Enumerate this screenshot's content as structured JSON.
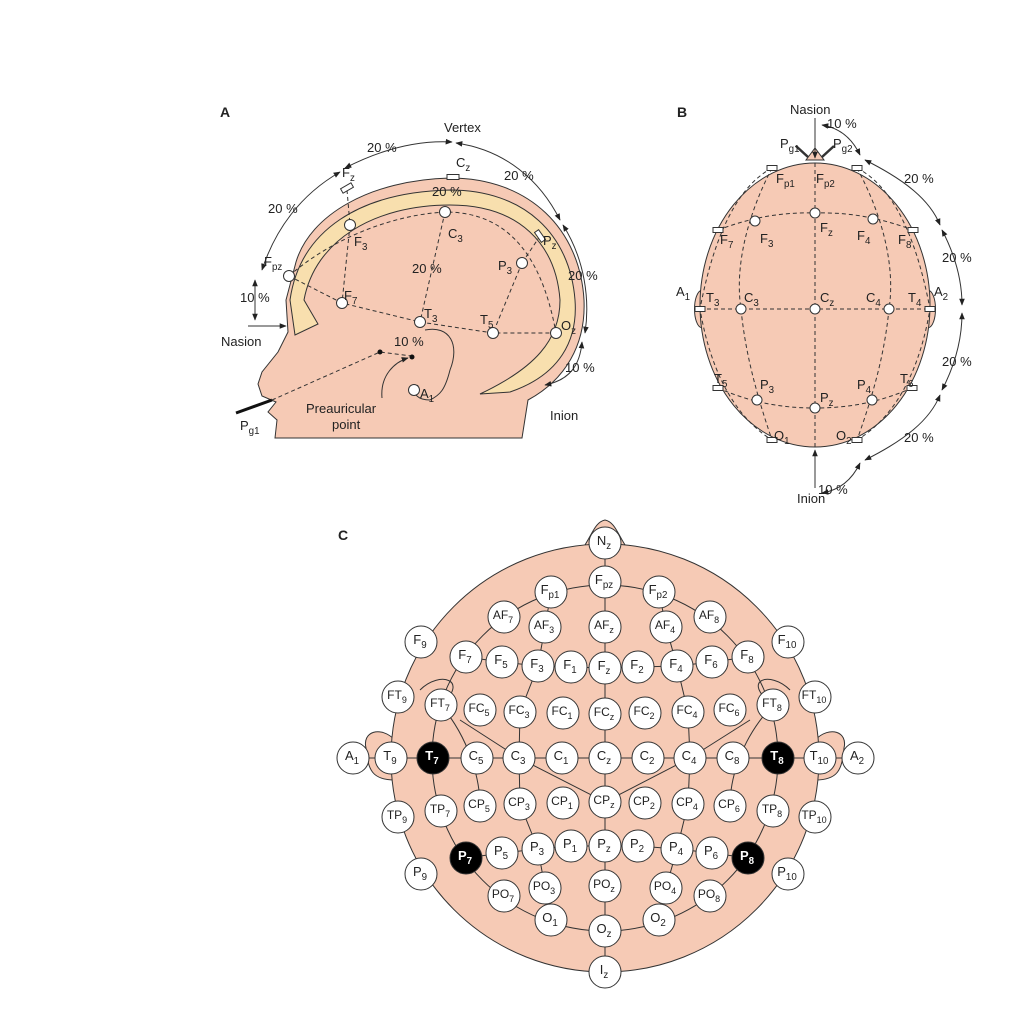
{
  "panel_a": {
    "title": "A",
    "vertex": "Vertex",
    "percents": [
      "20 %",
      "20 %",
      "20 %",
      "20 %",
      "20 %",
      "20 %",
      "10 %",
      "10 %",
      "10 %"
    ],
    "nasion": "Nasion",
    "preauricular_line1": "Preauricular",
    "preauricular_line2": "point",
    "inion": "Inion",
    "electrodes": [
      {
        "main": "F",
        "sub": "z"
      },
      {
        "main": "C",
        "sub": "z"
      },
      {
        "main": "P",
        "sub": "z"
      },
      {
        "main": "F",
        "sub": "pz"
      },
      {
        "main": "F",
        "sub": "3"
      },
      {
        "main": "C",
        "sub": "3"
      },
      {
        "main": "F",
        "sub": "7"
      },
      {
        "main": "T",
        "sub": "3"
      },
      {
        "main": "P",
        "sub": "3"
      },
      {
        "main": "T",
        "sub": "5"
      },
      {
        "main": "O",
        "sub": "z"
      },
      {
        "main": "A",
        "sub": "1"
      },
      {
        "main": "P",
        "sub": "g1"
      }
    ]
  },
  "panel_b": {
    "title": "B",
    "nasion": "Nasion",
    "inion": "Inion",
    "percents": [
      "10 %",
      "10 %",
      "20 %",
      "20 %",
      "20 %",
      "20 %"
    ],
    "electrodes": [
      {
        "main": "P",
        "sub": "g1"
      },
      {
        "main": "P",
        "sub": "g2"
      },
      {
        "main": "F",
        "sub": "p1"
      },
      {
        "main": "F",
        "sub": "p2"
      },
      {
        "main": "F",
        "sub": "7"
      },
      {
        "main": "F",
        "sub": "3"
      },
      {
        "main": "F",
        "sub": "z"
      },
      {
        "main": "F",
        "sub": "4"
      },
      {
        "main": "F",
        "sub": "8"
      },
      {
        "main": "A",
        "sub": "1"
      },
      {
        "main": "T",
        "sub": "3"
      },
      {
        "main": "C",
        "sub": "3"
      },
      {
        "main": "C",
        "sub": "z"
      },
      {
        "main": "C",
        "sub": "4"
      },
      {
        "main": "T",
        "sub": "4"
      },
      {
        "main": "A",
        "sub": "2"
      },
      {
        "main": "T",
        "sub": "5"
      },
      {
        "main": "P",
        "sub": "3"
      },
      {
        "main": "P",
        "sub": "z"
      },
      {
        "main": "P",
        "sub": "4"
      },
      {
        "main": "T",
        "sub": "6"
      },
      {
        "main": "O",
        "sub": "1"
      },
      {
        "main": "O",
        "sub": "2"
      }
    ]
  },
  "panel_c": {
    "title": "C",
    "electrodes": [
      {
        "main": "N",
        "sub": "z"
      },
      {
        "main": "F",
        "sub": "pz"
      },
      {
        "main": "F",
        "sub": "p1"
      },
      {
        "main": "F",
        "sub": "p2"
      },
      {
        "main": "AF",
        "sub": "7"
      },
      {
        "main": "AF",
        "sub": "3"
      },
      {
        "main": "AF",
        "sub": "z"
      },
      {
        "main": "AF",
        "sub": "4"
      },
      {
        "main": "AF",
        "sub": "8"
      },
      {
        "main": "F",
        "sub": "9"
      },
      {
        "main": "F",
        "sub": "10"
      },
      {
        "main": "F",
        "sub": "7"
      },
      {
        "main": "F",
        "sub": "5"
      },
      {
        "main": "F",
        "sub": "3"
      },
      {
        "main": "F",
        "sub": "1"
      },
      {
        "main": "F",
        "sub": "z"
      },
      {
        "main": "F",
        "sub": "2"
      },
      {
        "main": "F",
        "sub": "4"
      },
      {
        "main": "F",
        "sub": "6"
      },
      {
        "main": "F",
        "sub": "8"
      },
      {
        "main": "FT",
        "sub": "9"
      },
      {
        "main": "FT",
        "sub": "7"
      },
      {
        "main": "FC",
        "sub": "5"
      },
      {
        "main": "FC",
        "sub": "3"
      },
      {
        "main": "FC",
        "sub": "1"
      },
      {
        "main": "FC",
        "sub": "z"
      },
      {
        "main": "FC",
        "sub": "2"
      },
      {
        "main": "FC",
        "sub": "4"
      },
      {
        "main": "FC",
        "sub": "6"
      },
      {
        "main": "FT",
        "sub": "8"
      },
      {
        "main": "FT",
        "sub": "10"
      },
      {
        "main": "A",
        "sub": "1"
      },
      {
        "main": "T",
        "sub": "9"
      },
      {
        "main": "T",
        "sub": "7",
        "highlighted": true
      },
      {
        "main": "C",
        "sub": "5"
      },
      {
        "main": "C",
        "sub": "3"
      },
      {
        "main": "C",
        "sub": "1"
      },
      {
        "main": "C",
        "sub": "z"
      },
      {
        "main": "C",
        "sub": "2"
      },
      {
        "main": "C",
        "sub": "4"
      },
      {
        "main": "C",
        "sub": "8"
      },
      {
        "main": "T",
        "sub": "8",
        "highlighted": true
      },
      {
        "main": "T",
        "sub": "10"
      },
      {
        "main": "A",
        "sub": "2"
      },
      {
        "main": "TP",
        "sub": "9"
      },
      {
        "main": "TP",
        "sub": "7"
      },
      {
        "main": "CP",
        "sub": "5"
      },
      {
        "main": "CP",
        "sub": "3"
      },
      {
        "main": "CP",
        "sub": "1"
      },
      {
        "main": "CP",
        "sub": "z"
      },
      {
        "main": "CP",
        "sub": "2"
      },
      {
        "main": "CP",
        "sub": "4"
      },
      {
        "main": "CP",
        "sub": "6"
      },
      {
        "main": "TP",
        "sub": "8"
      },
      {
        "main": "TP",
        "sub": "10"
      },
      {
        "main": "P",
        "sub": "9"
      },
      {
        "main": "P",
        "sub": "7",
        "highlighted": true
      },
      {
        "main": "P",
        "sub": "5"
      },
      {
        "main": "P",
        "sub": "3"
      },
      {
        "main": "P",
        "sub": "1"
      },
      {
        "main": "P",
        "sub": "z"
      },
      {
        "main": "P",
        "sub": "2"
      },
      {
        "main": "P",
        "sub": "4"
      },
      {
        "main": "P",
        "sub": "6"
      },
      {
        "main": "P",
        "sub": "8",
        "highlighted": true
      },
      {
        "main": "P",
        "sub": "10"
      },
      {
        "main": "PO",
        "sub": "7"
      },
      {
        "main": "PO",
        "sub": "3"
      },
      {
        "main": "PO",
        "sub": "z"
      },
      {
        "main": "PO",
        "sub": "4"
      },
      {
        "main": "PO",
        "sub": "8"
      },
      {
        "main": "O",
        "sub": "1"
      },
      {
        "main": "O",
        "sub": "z"
      },
      {
        "main": "O",
        "sub": "2"
      },
      {
        "main": "I",
        "sub": "z"
      }
    ]
  }
}
